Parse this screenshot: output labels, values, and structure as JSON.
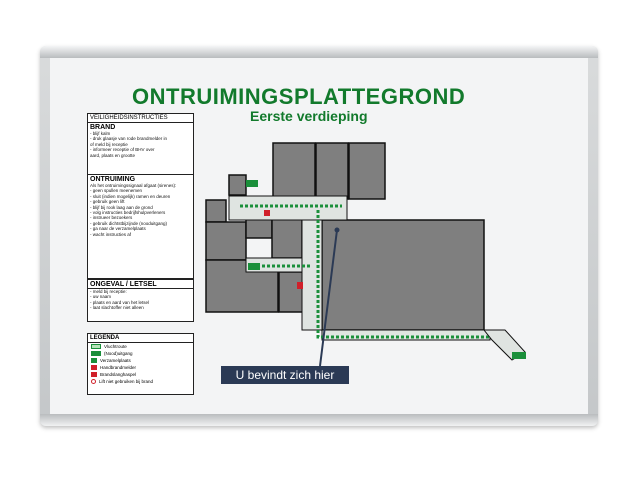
{
  "title": "ONTRUIMINGSPLATTEGROND",
  "subtitle": "Eerste verdieping",
  "instructions": {
    "header": "VEILIGHEIDSINSTRUCTIES",
    "sections": [
      {
        "title": "BRAND",
        "lines": [
          "- blijf kalm",
          "- druk glaasje van rode brandmelder in",
          "  of meld bij receptie",
          "- informeer receptie of BHV over",
          "  aard, plaats en grootte"
        ]
      },
      {
        "title": "ONTRUIMING",
        "lines": [
          "Als het ontruimingssignaal afgaat (sirenes):",
          "- geen spullen meenemen",
          "- sluit (indien mogelijk) ramen en deuren",
          "- gebruik geen lift",
          "- blijf bij rook laag aan de grond",
          "- volg instructies bedrijfshulpverleners",
          "- instrueer bezoekers",
          "- gebruik dichtstbijzijnde (nooduitgang)",
          "- ga naar de verzamelplaats",
          "- wacht instructies af"
        ]
      },
      {
        "title": "ONGEVAL / LETSEL",
        "lines": [
          "- meld bij receptie:",
          "   - uw naam",
          "   - plaats en aard van het letsel",
          "- laat slachtoffer niet alleen"
        ]
      }
    ]
  },
  "legend": {
    "header": "LEGENDA",
    "items": [
      "Vluchtroute",
      "(Nood)uitgang",
      "Verzamelplaats",
      "Handbrandmelder",
      "Brandslanghaspel",
      "Lift niet gebruiken bij brand"
    ]
  },
  "you_are_here": "U bevindt zich hier",
  "colors": {
    "title": "#127a2c",
    "route": "#b7e3b9",
    "route_arrow": "#1a8f3a",
    "room": "#7f7f7f",
    "wall": "#111111",
    "label_bg": "#2b3a55"
  }
}
